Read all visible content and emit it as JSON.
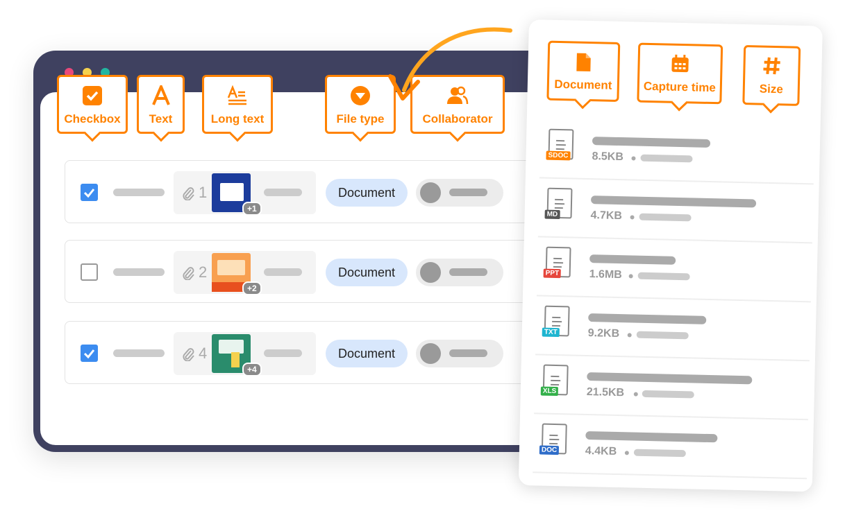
{
  "window": {
    "dots": [
      "#e9497a",
      "#f5d14e",
      "#22b6a0"
    ]
  },
  "field_tags": [
    {
      "label": "Checkbox",
      "icon": "checkbox-icon"
    },
    {
      "label": "Text",
      "icon": "text-icon"
    },
    {
      "label": "Long text",
      "icon": "long-text-icon"
    },
    {
      "label": "File type",
      "icon": "dropdown-icon"
    },
    {
      "label": "Collaborator",
      "icon": "users-icon"
    }
  ],
  "rows": [
    {
      "checked": true,
      "attachment_count": "1",
      "extra": "+1",
      "file_type": "Document"
    },
    {
      "checked": false,
      "attachment_count": "2",
      "extra": "+2",
      "file_type": "Document"
    },
    {
      "checked": true,
      "attachment_count": "4",
      "extra": "+4",
      "file_type": "Document"
    }
  ],
  "panel": {
    "tags": [
      {
        "label": "Document",
        "icon": "document-icon"
      },
      {
        "label": "Capture time",
        "icon": "calendar-icon"
      },
      {
        "label": "Size",
        "icon": "hash-icon"
      }
    ],
    "files": [
      {
        "type": "SDOC",
        "size": "8.5KB",
        "color": "#ff8200"
      },
      {
        "type": "MD",
        "size": "4.7KB",
        "color": "#555555"
      },
      {
        "type": "PPT",
        "size": "1.6MB",
        "color": "#e6463c"
      },
      {
        "type": "TXT",
        "size": "9.2KB",
        "color": "#1fb5d0"
      },
      {
        "type": "XLS",
        "size": "21.5KB",
        "color": "#33b04a"
      },
      {
        "type": "DOC",
        "size": "4.4KB",
        "color": "#2f6dc9"
      }
    ]
  },
  "accent": "#ff8200"
}
